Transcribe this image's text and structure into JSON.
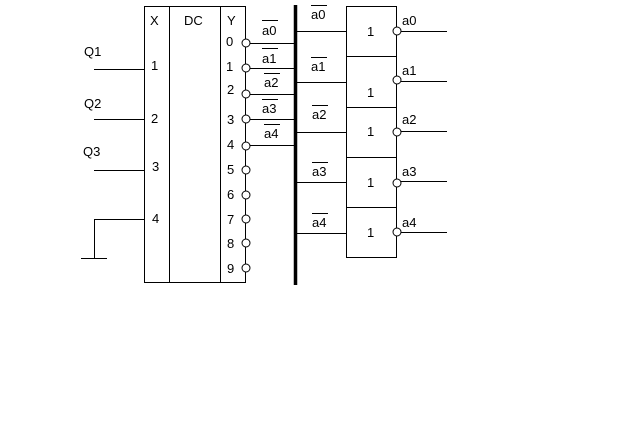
{
  "decoder": {
    "input_header": "X",
    "title": "DC",
    "output_header": "Y",
    "input_pins": [
      "1",
      "2",
      "3",
      "4"
    ],
    "output_pins": [
      "0",
      "1",
      "2",
      "3",
      "4",
      "5",
      "6",
      "7",
      "8",
      "9"
    ]
  },
  "inputs": [
    "Q1",
    "Q2",
    "Q3"
  ],
  "decoder_outputs": [
    {
      "base": "a",
      "index": "0",
      "inverted": true
    },
    {
      "base": "a",
      "index": "1",
      "inverted": true
    },
    {
      "base": "a",
      "index": "2",
      "inverted": true
    },
    {
      "base": "a",
      "index": "3",
      "inverted": true
    },
    {
      "base": "a",
      "index": "4",
      "inverted": true
    }
  ],
  "gate_inputs": [
    {
      "base": "a",
      "index": "0",
      "inverted": true
    },
    {
      "base": "a",
      "index": "1",
      "inverted": true
    },
    {
      "base": "a",
      "index": "2",
      "inverted": true
    },
    {
      "base": "a",
      "index": "3",
      "inverted": true
    },
    {
      "base": "a",
      "index": "4",
      "inverted": true
    }
  ],
  "gates": [
    {
      "label": "1",
      "output": "a0"
    },
    {
      "label": "1",
      "output": "a1"
    },
    {
      "label": "1",
      "output": "a2"
    },
    {
      "label": "1",
      "output": "a3"
    },
    {
      "label": "1",
      "output": "a4"
    }
  ]
}
